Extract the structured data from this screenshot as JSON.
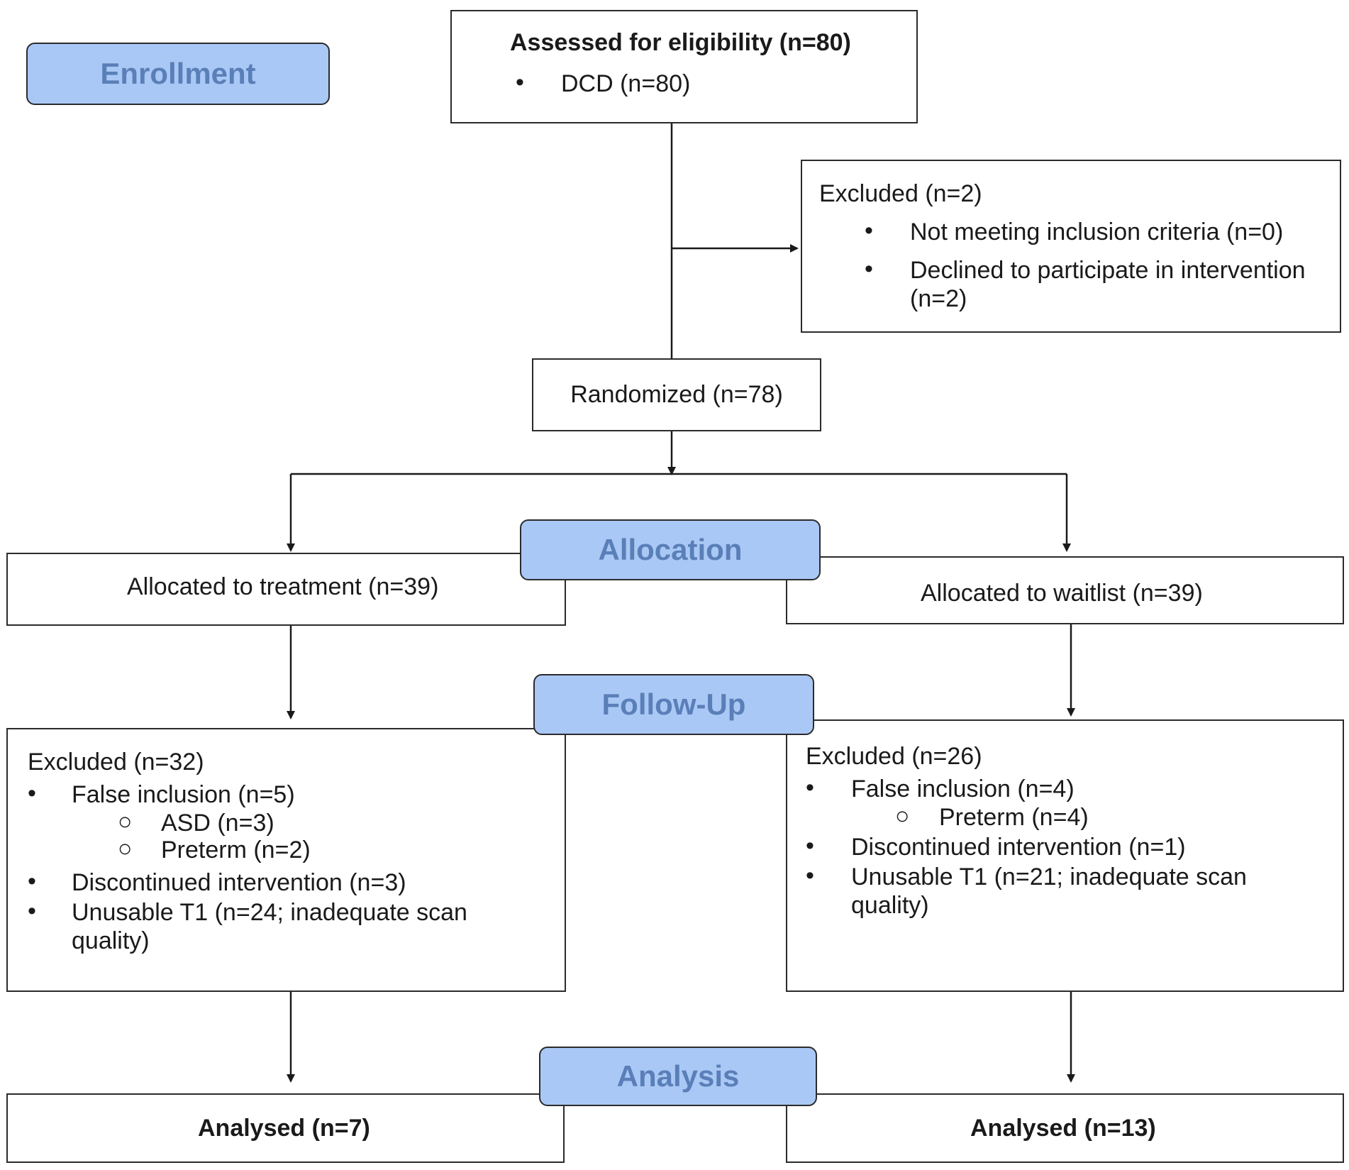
{
  "stages": {
    "enrollment": "Enrollment",
    "allocation": "Allocation",
    "follow_up": "Follow-Up",
    "analysis": "Analysis"
  },
  "assessed": {
    "title": "Assessed for eligibility (n=80)",
    "items": [
      "DCD (n=80)"
    ]
  },
  "excluded_initial": {
    "title": "Excluded (n=2)",
    "items": [
      "Not meeting inclusion criteria (n=0)",
      "Declined to participate in intervention",
      "(n=2)"
    ]
  },
  "randomized": "Randomized (n=78)",
  "allocated_treatment": "Allocated to treatment (n=39)",
  "allocated_waitlist": "Allocated to waitlist (n=39)",
  "excluded_treatment": {
    "title": "Excluded (n=32)",
    "false_inclusion": "False inclusion (n=5)",
    "sub_items": [
      "ASD (n=3)",
      "Preterm (n=2)"
    ],
    "discontinued": "Discontinued intervention (n=3)",
    "unusable": "Unusable T1 (n=24; inadequate scan",
    "unusable_cont": "quality)"
  },
  "excluded_waitlist": {
    "title": "Excluded (n=26)",
    "false_inclusion": "False inclusion (n=4)",
    "sub_items": [
      "Preterm (n=4)"
    ],
    "discontinued": "Discontinued intervention (n=1)",
    "unusable": "Unusable T1 (n=21; inadequate scan",
    "unusable_cont": "quality)"
  },
  "analysed_treatment": "Analysed (n=7)",
  "analysed_waitlist": "Analysed (n=13)",
  "colors": {
    "stage_fill": "#aac8f5",
    "stage_text": "#5a7fb8",
    "line": "#2b2b2b"
  }
}
